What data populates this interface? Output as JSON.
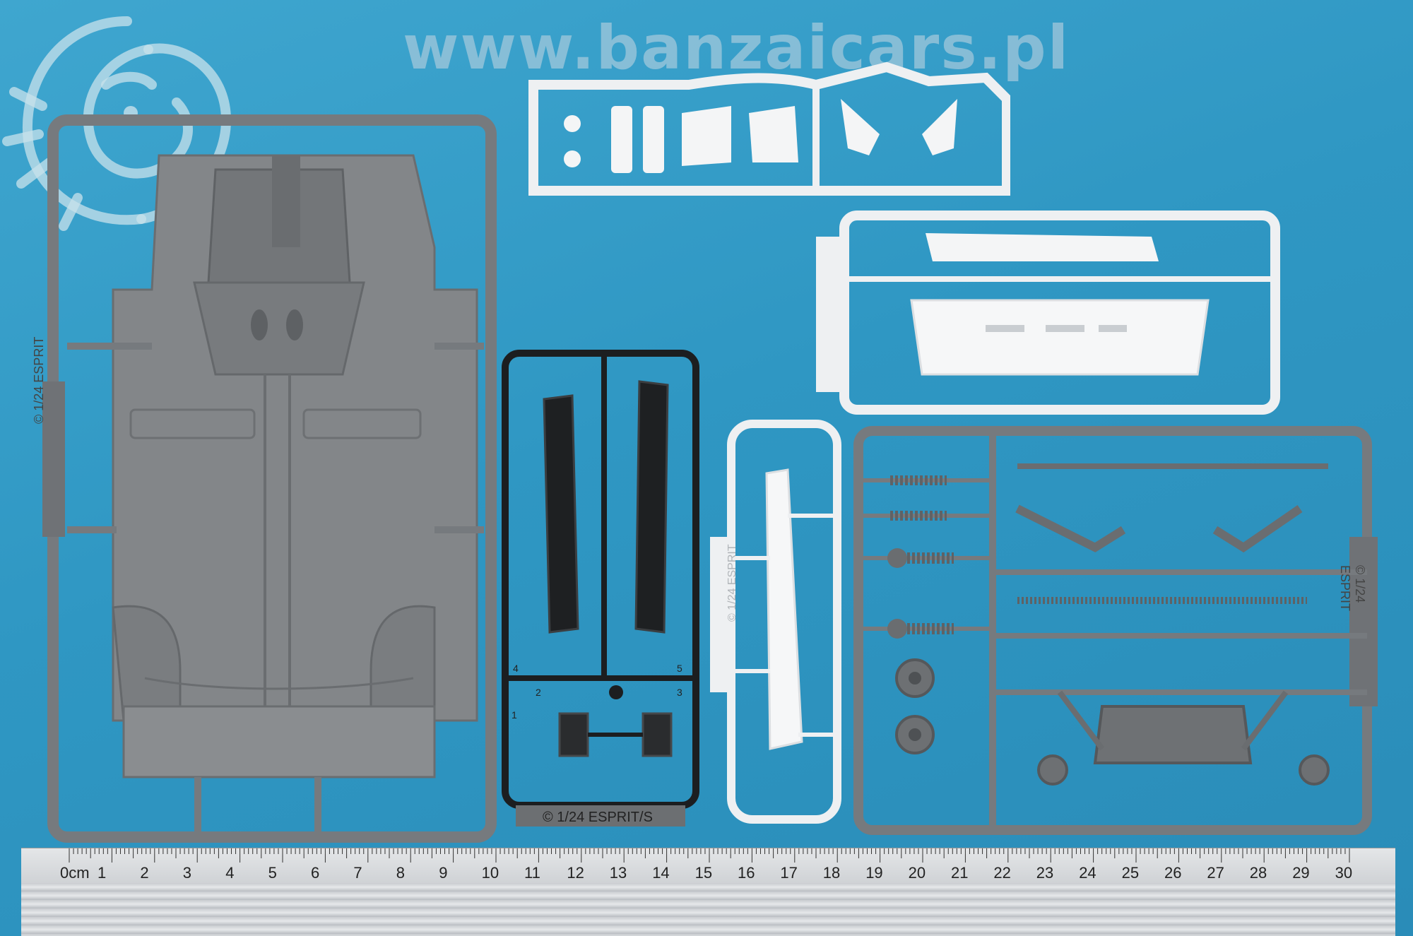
{
  "watermark": {
    "text": "www.banzaicars.pl"
  },
  "logo": {
    "icon": "dragon-logo-icon"
  },
  "sprues": {
    "black_stamp": "© 1/24 ESPRIT/S",
    "gray_left_stamp": "© 1/24 ESPRIT",
    "gray_right_stamp": "© 1/24 ESPRIT",
    "white_narrow_stamp": "© 1/24 ESPRIT",
    "black_part_numbers": [
      "1",
      "2",
      "3",
      "4",
      "5"
    ]
  },
  "ruler": {
    "unit_label": "0cm",
    "numbers": [
      "1",
      "2",
      "3",
      "4",
      "5",
      "6",
      "7",
      "8",
      "9",
      "10",
      "11",
      "12",
      "13",
      "14",
      "15",
      "16",
      "17",
      "18",
      "19",
      "20",
      "21",
      "22",
      "23",
      "24",
      "25",
      "26",
      "27",
      "28",
      "29",
      "30"
    ]
  },
  "colors": {
    "background": "#2f97c3",
    "gray_plastic": "#7a7d80",
    "white_plastic": "#f2f3f4",
    "black_plastic": "#1c1e20"
  }
}
